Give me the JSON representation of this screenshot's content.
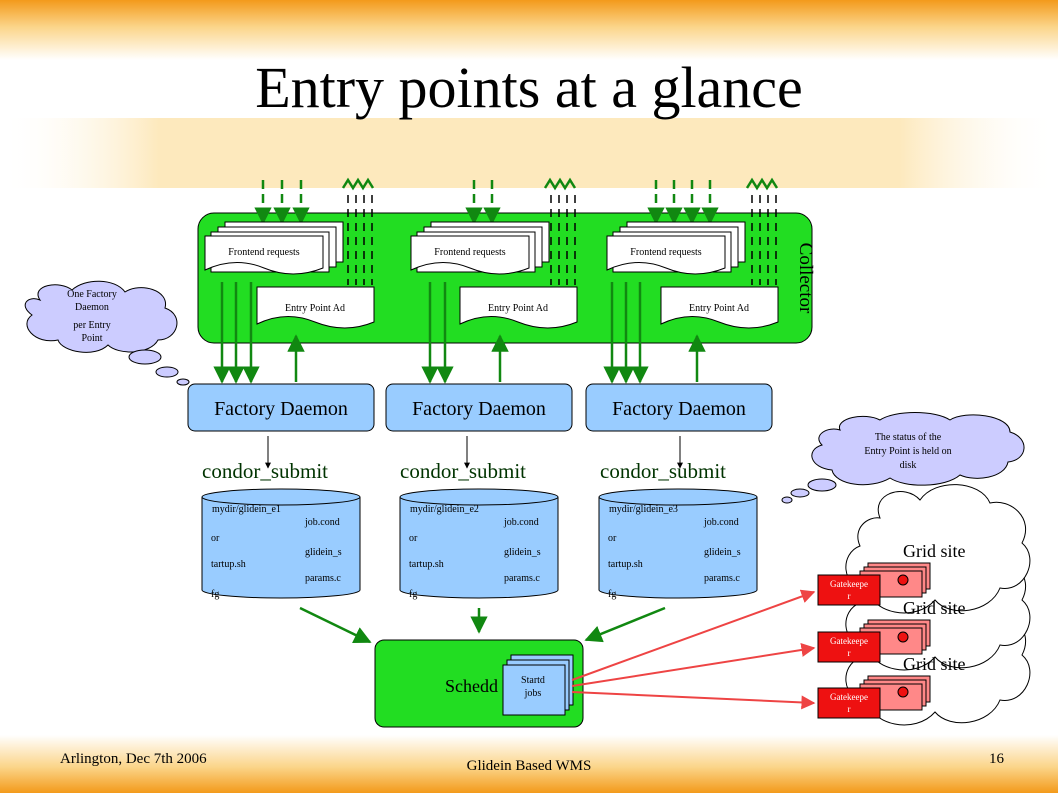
{
  "slide": {
    "title": "Entry points at a glance",
    "footer_left": "Arlington, Dec 7th 2006",
    "footer_center": "Glidein Based WMS",
    "page_number": "16"
  },
  "collector": {
    "label": "Collector",
    "frontend_request_label": "Frontend requests",
    "entry_point_ad_label": "Entry Point Ad"
  },
  "factories": [
    {
      "daemon_label": "Factory Daemon",
      "submit_label": "condor_submit",
      "dir": "mydir/glidein_e1"
    },
    {
      "daemon_label": "Factory Daemon",
      "submit_label": "condor_submit",
      "dir": "mydir/glidein_e2"
    },
    {
      "daemon_label": "Factory Daemon",
      "submit_label": "condor_submit",
      "dir": "mydir/glidein_e3"
    }
  ],
  "disk_files": {
    "job_cond": "job.cond",
    "or": "or",
    "glidein_s": "glidein_s",
    "tartup_sh": "tartup.sh",
    "params_c": "params.c",
    "fg": "fg"
  },
  "notes": {
    "one_factory": [
      "One Factory",
      "Daemon",
      "per Entry",
      "Point"
    ],
    "status_disk": [
      "The status of the",
      "Entry Point is held on",
      "disk"
    ]
  },
  "schedd": {
    "label": "Schedd",
    "startd_jobs": [
      "Startd",
      "jobs"
    ]
  },
  "grid_sites": [
    {
      "label": "Grid site",
      "gatekeeper": [
        "Gatekeepe",
        "r"
      ]
    },
    {
      "label": "Grid site",
      "gatekeeper": [
        "Gatekeepe",
        "r"
      ]
    },
    {
      "label": "Grid site",
      "gatekeeper": [
        "Gatekeepe",
        "r"
      ]
    }
  ],
  "colors": {
    "collector_green": "#22dd22",
    "factory_blue": "#99ccff",
    "arrow_green": "#118811",
    "arrow_red": "#ee4444",
    "gatekeeper_red": "#ee1111",
    "header_orange": "#f6a623"
  }
}
